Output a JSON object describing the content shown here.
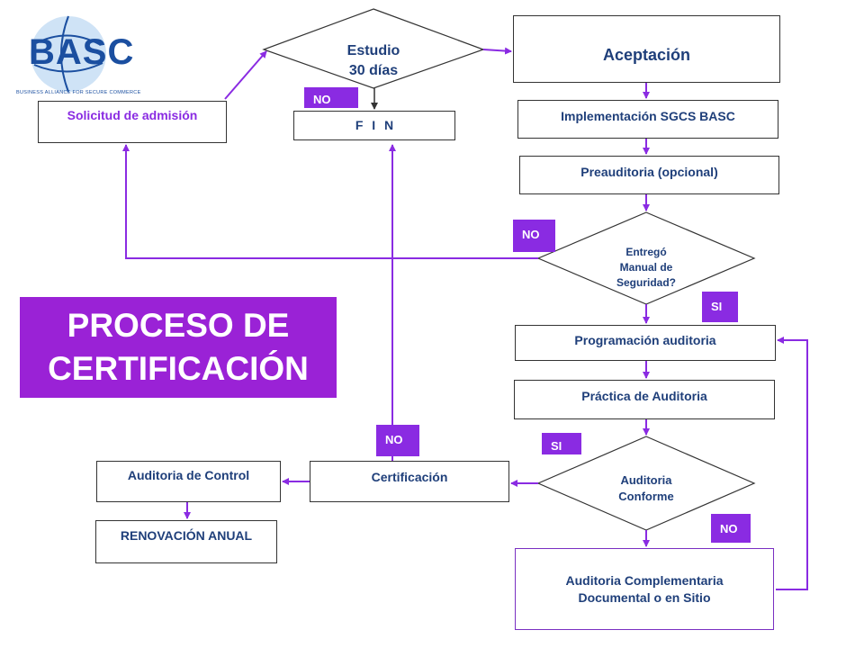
{
  "logo": {
    "mark": "BASC",
    "tagline": "BUSINESS ALLIANCE FOR SECURE COMMERCE"
  },
  "title": {
    "line1": "PROCESO DE",
    "line2": "CERTIFICACIÓN"
  },
  "nodes": {
    "solicitud": "Solicitud de admisión",
    "estudio_line1": "Estudio",
    "estudio_line2": "30 días",
    "fin": "F I N",
    "aceptacion": "Aceptación",
    "implementacion": "Implementación SGCS BASC",
    "preauditoria": "Preauditoria (opcional)",
    "entrego_line1": "Entregó",
    "entrego_line2": "Manual de",
    "entrego_line3": "Seguridad?",
    "programacion": "Programación auditoria",
    "practica": "Práctica de Auditoria",
    "conforme_line1": "Auditoria",
    "conforme_line2": "Conforme",
    "certificacion": "Certificación",
    "control": "Auditoria de Control",
    "renovacion": "RENOVACIÓN ANUAL",
    "complementaria_line1": "Auditoria Complementaria",
    "complementaria_line2": "Documental o en Sitio"
  },
  "tags": {
    "no_estudio": "NO",
    "no_entrego": "NO",
    "si_entrego": "SI",
    "no_certificacion": "NO",
    "si_conforme": "SI",
    "no_conforme": "NO"
  },
  "colors": {
    "arrow": "#8a2be2",
    "title_bg": "#9a22d6",
    "tag_bg": "#8a2be2",
    "text": "#1f3f7a",
    "logo_blue": "#1b4fa0"
  }
}
